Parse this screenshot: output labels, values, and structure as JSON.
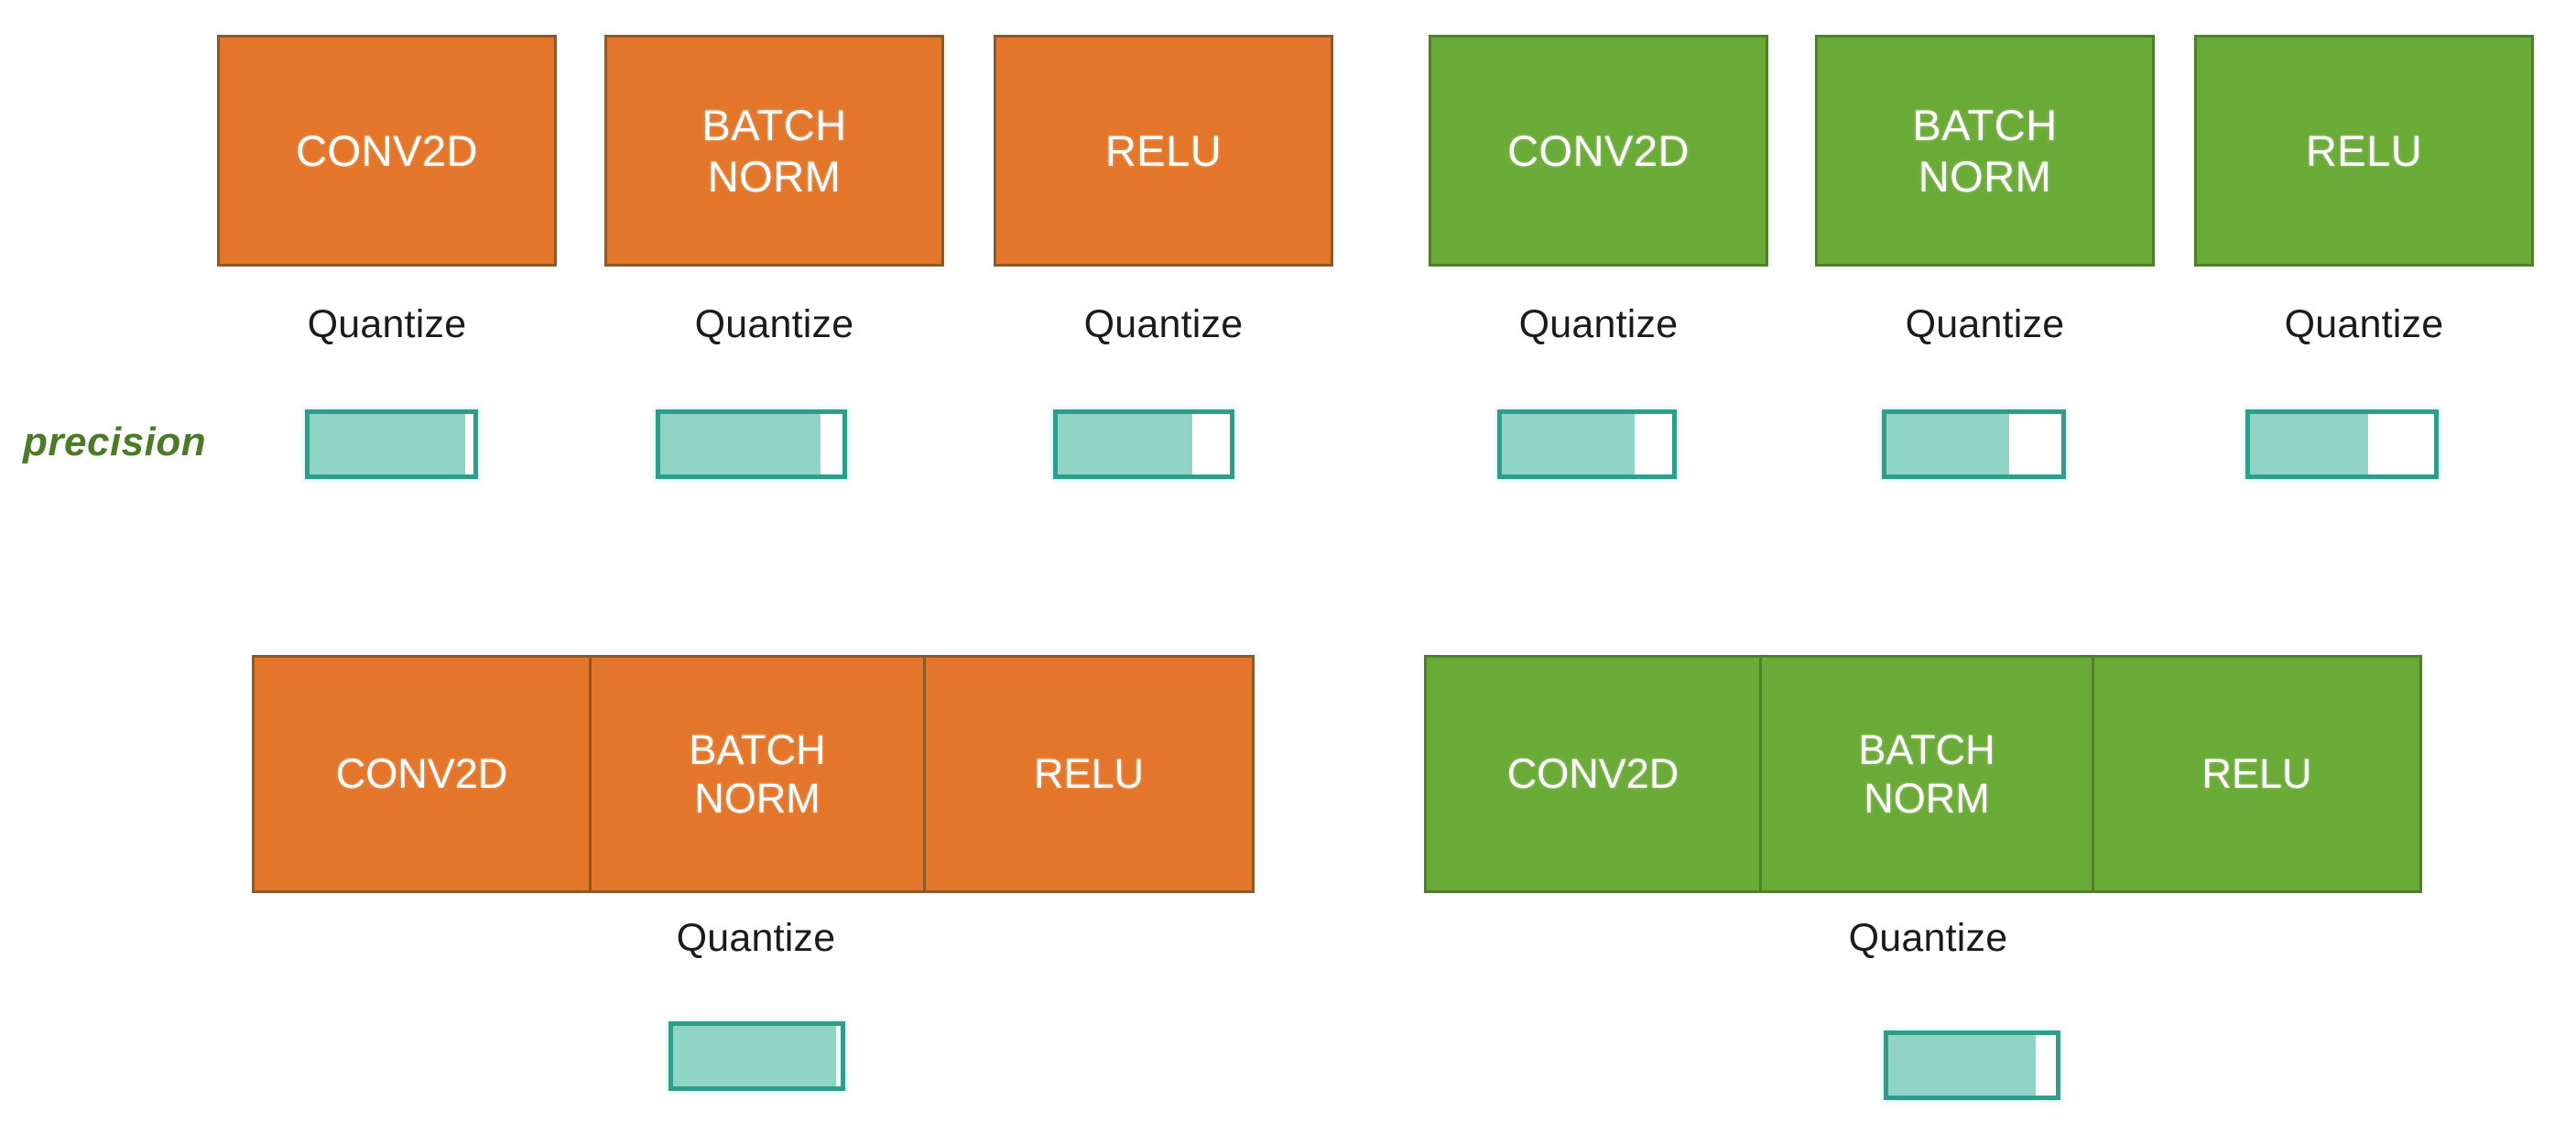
{
  "diagram": {
    "precision_axis_label": "precision",
    "quantize_label": "Quantize",
    "colors": {
      "per_layer_block": "#E3762A",
      "per_layer_block_border": "#8B5A2B",
      "fused_block": "#6AAB38",
      "fused_block_border": "#4E7F2A",
      "meter_border": "#2E9E8B",
      "meter_fill": "#8FD4C4",
      "precision_text": "#4C7B28",
      "quantize_text": "#1B1B1B",
      "block_text": "#FFFFFF",
      "background": "#FFFFFF"
    }
  },
  "top_row": {
    "orange_group": {
      "blocks": [
        {
          "label": "CONV2D",
          "quantize": "Quantize",
          "precision_fill_pct": 95
        },
        {
          "label": "BATCH\nNORM",
          "quantize": "Quantize",
          "precision_fill_pct": 88
        },
        {
          "label": "RELU",
          "quantize": "Quantize",
          "precision_fill_pct": 78
        }
      ]
    },
    "green_group": {
      "blocks": [
        {
          "label": "CONV2D",
          "quantize": "Quantize",
          "precision_fill_pct": 78
        },
        {
          "label": "BATCH\nNORM",
          "quantize": "Quantize",
          "precision_fill_pct": 70
        },
        {
          "label": "RELU",
          "quantize": "Quantize",
          "precision_fill_pct": 64
        }
      ]
    }
  },
  "bottom_row": {
    "orange_fused": {
      "segments": [
        {
          "label": "CONV2D"
        },
        {
          "label": "BATCH\nNORM"
        },
        {
          "label": "RELU"
        }
      ],
      "quantize": "Quantize",
      "precision_fill_pct": 97
    },
    "green_fused": {
      "segments": [
        {
          "label": "CONV2D"
        },
        {
          "label": "BATCH\nNORM"
        },
        {
          "label": "RELU"
        }
      ],
      "quantize": "Quantize",
      "precision_fill_pct": 88
    }
  },
  "chart_data": {
    "type": "bar",
    "title": "",
    "xlabel": "",
    "ylabel": "precision",
    "categories": [
      "orange/CONV2D",
      "orange/BATCH NORM",
      "orange/RELU",
      "green/CONV2D",
      "green/BATCH NORM",
      "green/RELU",
      "orange-fused",
      "green-fused"
    ],
    "values": [
      95,
      88,
      78,
      78,
      70,
      64,
      97,
      88
    ],
    "ylim": [
      0,
      100
    ],
    "grid": false,
    "legend": ""
  }
}
